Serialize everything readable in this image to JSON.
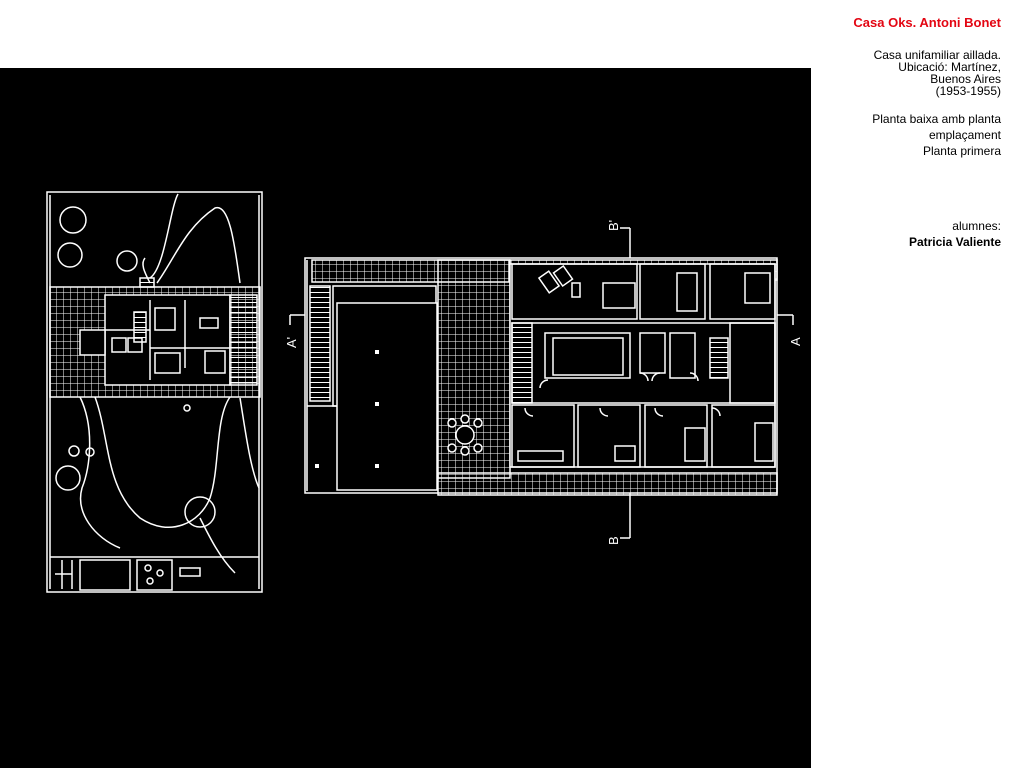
{
  "info": {
    "title": "Casa Oks. Antoni Bonet",
    "description": [
      "Casa unifamiliar aillada.",
      "Ubicació: Martínez,",
      "Buenos Aires",
      "(1953-1955)"
    ],
    "drawings": [
      "Planta baixa amb planta",
      "emplaçament",
      "Planta primera"
    ],
    "students_label": "alumnes:",
    "student_name": "Patricia Valiente"
  },
  "plan_labels": {
    "section_a": "A",
    "section_a_prime": "A'",
    "section_b": "B",
    "section_b_prime": "B'"
  },
  "colors": {
    "title": "#e30613",
    "drawing_bg": "#000000",
    "lines": "#ffffff"
  }
}
